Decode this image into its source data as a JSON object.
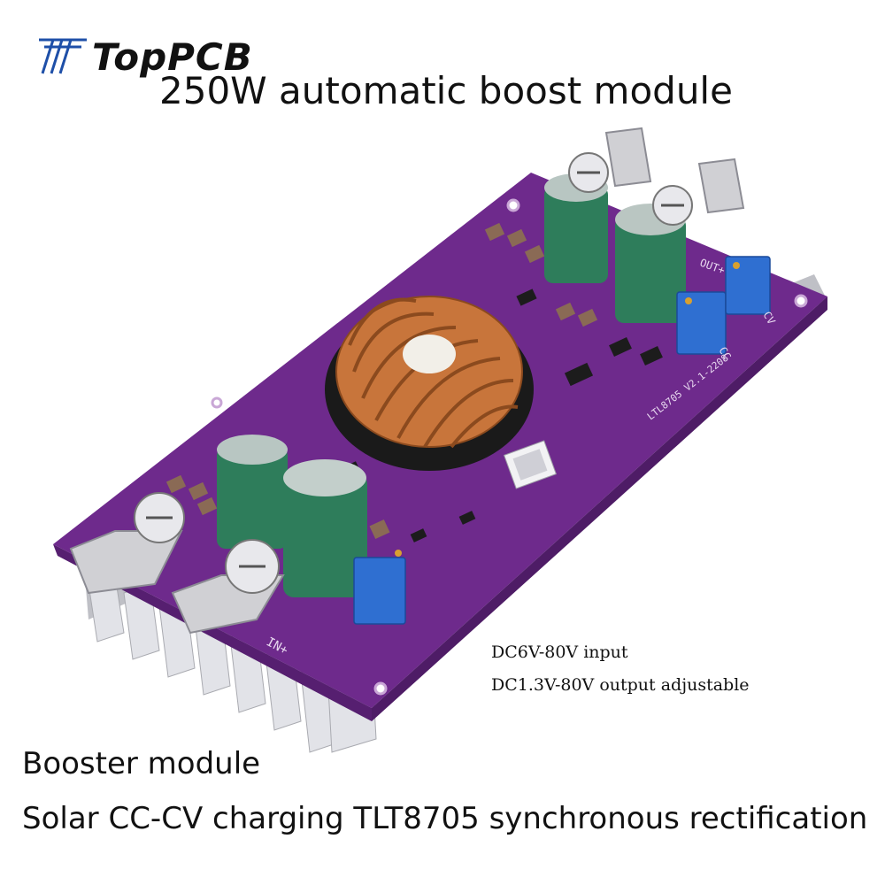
{
  "brand": {
    "name": "TopPCB"
  },
  "headline": "250W automatic boost module",
  "specs": {
    "input": "DC6V-80V input",
    "output": "DC1.3V-80V output adjustable"
  },
  "captions": {
    "line1": "Booster module",
    "line2": "Solar CC-CV charging TLT8705 synchronous rectification"
  },
  "board_labels": {
    "in_plus": "IN+",
    "out_plus": "OUT+",
    "cc": "CC",
    "cv": "CV",
    "revision": "LTL8705 V2.1-2208"
  },
  "colors": {
    "pcb": "#6e2a8c",
    "heatsink": "#d9d9de",
    "capacitor": "#2e7d5b",
    "copper": "#c8753b",
    "trimmer": "#2f6fd1",
    "brand_blue": "#1e4fa8"
  }
}
